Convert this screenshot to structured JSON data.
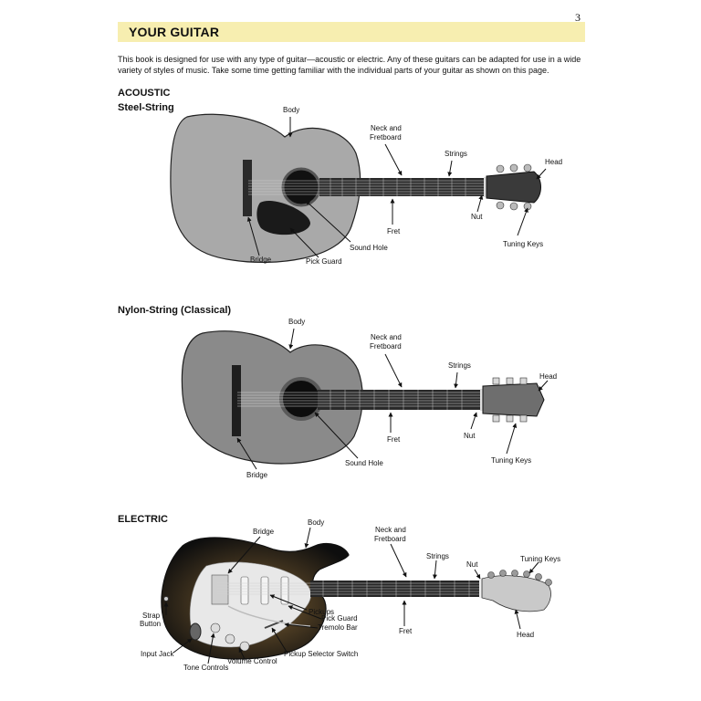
{
  "page": {
    "number": "3",
    "title": "YOUR GUITAR",
    "intro": "This book is designed for use with any type of guitar—acoustic or electric.  Any of these guitars can be adapted for use in a wide variety of styles of music.  Take some time getting familiar with the individual parts of your guitar as shown on this page."
  },
  "sections": {
    "acoustic_heading": "ACOUSTIC",
    "steel_heading": "Steel-String",
    "nylon_heading": "Nylon-String (Classical)",
    "electric_heading": "ELECTRIC"
  },
  "steel_labels": {
    "body": "Body",
    "neck_1": "Neck and",
    "neck_2": "Fretboard",
    "strings": "Strings",
    "head": "Head",
    "nut": "Nut",
    "fret": "Fret",
    "sound_hole": "Sound Hole",
    "tuning_keys": "Tuning Keys",
    "bridge": "Bridge",
    "pick_guard": "Pick Guard"
  },
  "nylon_labels": {
    "body": "Body",
    "neck_1": "Neck and",
    "neck_2": "Fretboard",
    "strings": "Strings",
    "head": "Head",
    "fret": "Fret",
    "nut": "Nut",
    "tuning_keys": "Tuning Keys",
    "sound_hole": "Sound Hole",
    "bridge": "Bridge"
  },
  "electric_labels": {
    "bridge": "Bridge",
    "body": "Body",
    "neck_1": "Neck and",
    "neck_2": "Fretboard",
    "strings": "Strings",
    "nut": "Nut",
    "tuning_keys": "Tuning Keys",
    "strap_1": "Strap",
    "strap_2": "Button",
    "pickups": "Pickups",
    "pick_guard": "Pick Guard",
    "tremolo": "Tremolo Bar",
    "fret": "Fret",
    "head": "Head",
    "input_jack": "Input Jack",
    "selector": "Pickup Selector Switch",
    "volume": "Volume Control",
    "tone": "Tone Controls"
  },
  "colors": {
    "title_bar": "#f7eeb0",
    "steel_body": "#a9a9a9",
    "nylon_body": "#8a8a8a",
    "fretboard": "#2a2a2a",
    "electric_body": "#2b2b2b",
    "pickguard": "#e8e8e8"
  }
}
